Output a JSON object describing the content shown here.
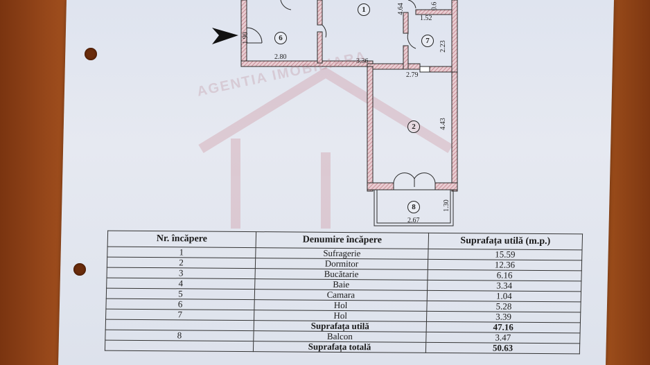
{
  "plan": {
    "dimensions": {
      "d_190": "1.90",
      "d_280": "2.80",
      "d_336": "3.36",
      "d_464": "4.64",
      "d_152": "1.52",
      "d_06": "0.6",
      "d_223": "2.23",
      "d_279": "2.79",
      "d_443": "4.43",
      "d_130": "1.30",
      "d_267": "2.67"
    },
    "rooms": {
      "r1": "1",
      "r6": "6",
      "r7": "7",
      "r2": "2",
      "r8": "8"
    },
    "watermark": "AGENTIA IMOBILIARA"
  },
  "table": {
    "headers": {
      "nr": "Nr. încăpere",
      "name": "Denumire încăpere",
      "area": "Suprafața utilă (m.p.)"
    },
    "rows": [
      {
        "nr": "1",
        "name": "Sufragerie",
        "area": "15.59"
      },
      {
        "nr": "2",
        "name": "Dormitor",
        "area": "12.36"
      },
      {
        "nr": "3",
        "name": "Bucătarie",
        "area": "6.16"
      },
      {
        "nr": "4",
        "name": "Baie",
        "area": "3.34"
      },
      {
        "nr": "5",
        "name": "Camara",
        "area": "1.04"
      },
      {
        "nr": "6",
        "name": "Hol",
        "area": "5.28"
      },
      {
        "nr": "7",
        "name": "Hol",
        "area": "3.39"
      }
    ],
    "util_total": {
      "label": "Suprafața utilă",
      "area": "47.16"
    },
    "balcon": {
      "nr": "8",
      "name": "Balcon",
      "area": "3.47"
    },
    "grand_total": {
      "label": "Suprafața totală",
      "area": "50.63"
    }
  },
  "colors": {
    "wall_hatch": "#d9a6ae",
    "wall_line": "#2a2a2a",
    "paper": "#e3e7f0",
    "background": "#8a3e14"
  }
}
